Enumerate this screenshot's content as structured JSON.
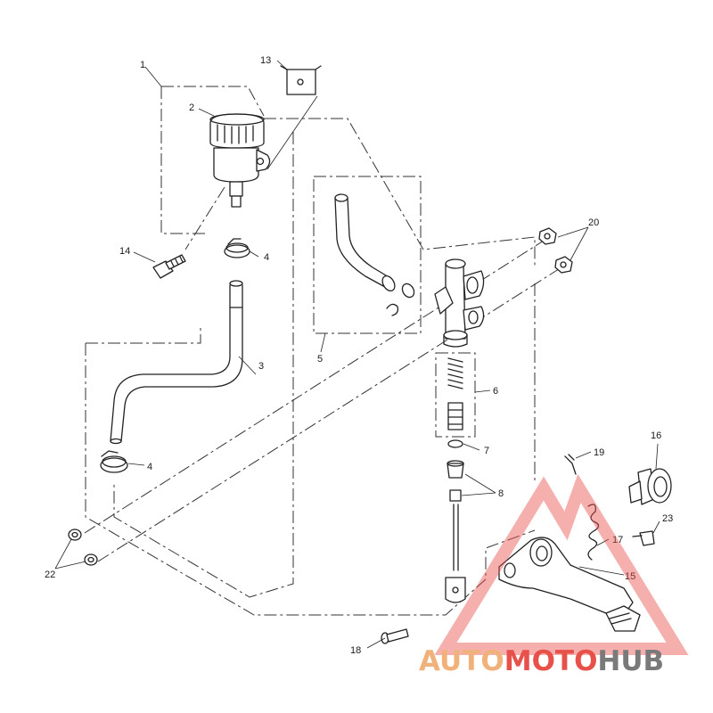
{
  "callouts": {
    "c1": "1",
    "c2": "2",
    "c3": "3",
    "c4a": "4",
    "c4b": "4",
    "c5": "5",
    "c6": "6",
    "c7": "7",
    "c8": "8",
    "c13": "13",
    "c14": "14",
    "c15": "15",
    "c16": "16",
    "c17": "17",
    "c18": "18",
    "c19": "19",
    "c20": "20",
    "c22": "22",
    "c23": "23"
  },
  "watermark": {
    "text": "AUTOMOTOHUB",
    "brand_color_light": "#f0b27a",
    "brand_color_red": "#e8504a",
    "brand_color_gray": "#7a7a7a"
  }
}
